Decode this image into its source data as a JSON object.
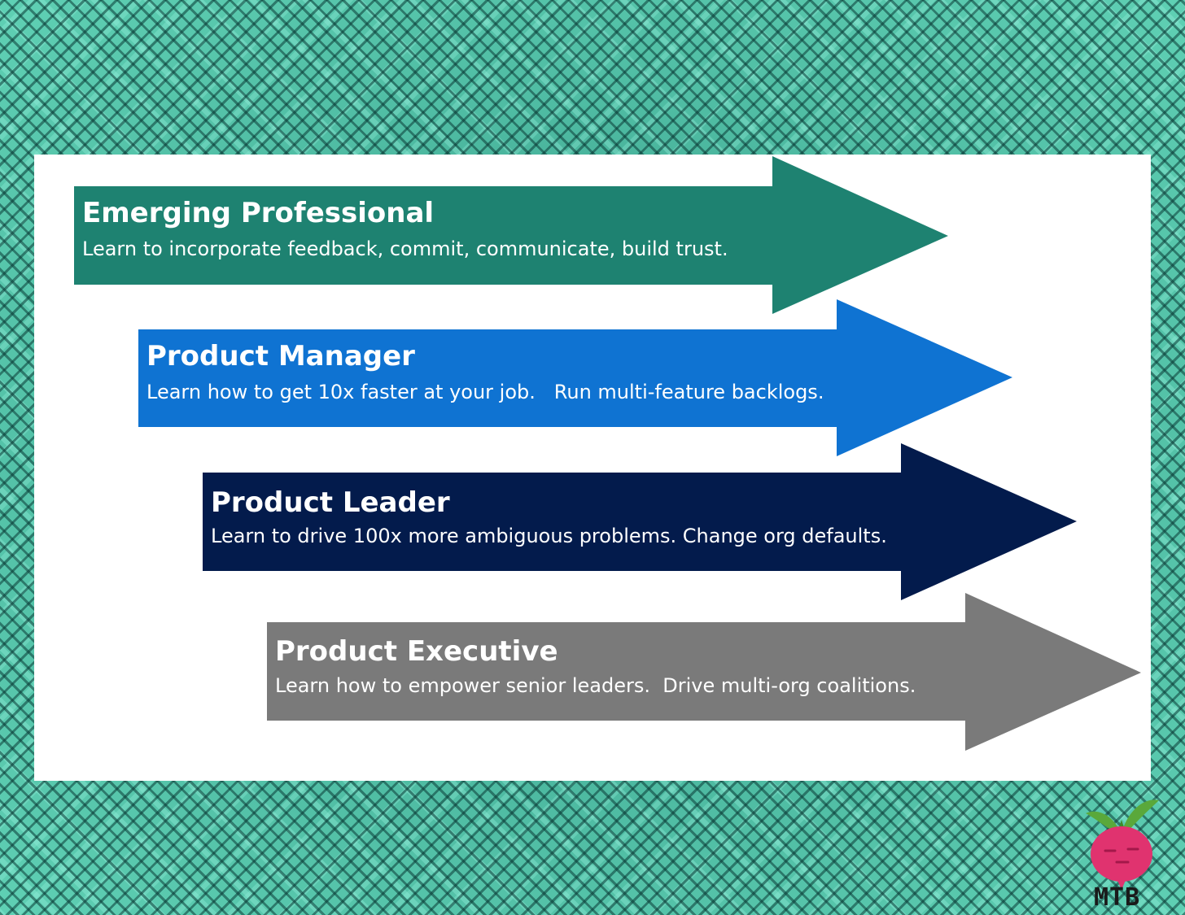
{
  "steps": [
    {
      "title": "Emerging Professional",
      "description": "Learn to incorporate feedback, commit, communicate, build trust.",
      "color": "#1e8271"
    },
    {
      "title": "Product Manager",
      "description": "Learn how to get 10x faster at your job.   Run multi-feature backlogs.",
      "color": "#0f73d2"
    },
    {
      "title": "Product Leader",
      "description": "Learn to drive 100x more ambiguous problems. Change org defaults.",
      "color": "#031b4c"
    },
    {
      "title": "Product Executive",
      "description": "Learn how to empower senior leaders.  Drive multi-org coalitions.",
      "color": "#7a7a7a"
    }
  ],
  "logo": {
    "text": "MTB",
    "icon": "radish-icon",
    "colors": {
      "body": "#e0336f",
      "leaves": "#5aa83b"
    }
  },
  "background": {
    "pattern": "teal-fractal-lattice",
    "color": "#3fa891"
  }
}
